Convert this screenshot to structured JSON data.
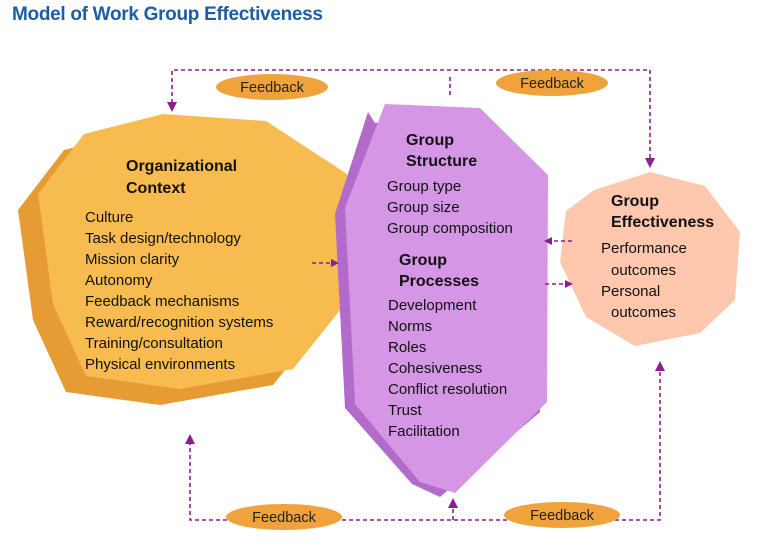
{
  "title": "Model of Work Group Effectiveness",
  "colors": {
    "title": "#1b5ea6",
    "organizational_context": "#f7b84c",
    "group": "#cf8fe0",
    "group_effectiveness": "#ffc8ae",
    "feedback_oval": "#f0a23c",
    "arrow": "#8b1f8f"
  },
  "organizational_context": {
    "heading_line1": "Organizational",
    "heading_line2": "Context",
    "items": [
      "Culture",
      "Task design/technology",
      "Mission clarity",
      "Autonomy",
      "Feedback mechanisms",
      "Reward/recognition systems",
      "Training/consultation",
      "Physical environments"
    ]
  },
  "group_structure": {
    "heading_line1": "Group",
    "heading_line2": "Structure",
    "items": [
      "Group type",
      "Group size",
      "Group composition"
    ]
  },
  "group_processes": {
    "heading_line1": "Group",
    "heading_line2": "Processes",
    "items": [
      "Development",
      "Norms",
      "Roles",
      "Cohesiveness",
      "Conflict resolution",
      "Trust",
      "Facilitation"
    ]
  },
  "group_effectiveness": {
    "heading_line1": "Group",
    "heading_line2": "Effectiveness",
    "items": [
      "Performance",
      "outcomes",
      "Personal",
      "outcomes"
    ]
  },
  "feedback": {
    "top_left": "Feedback",
    "top_right": "Feedback",
    "bottom_left": "Feedback",
    "bottom_right": "Feedback"
  }
}
